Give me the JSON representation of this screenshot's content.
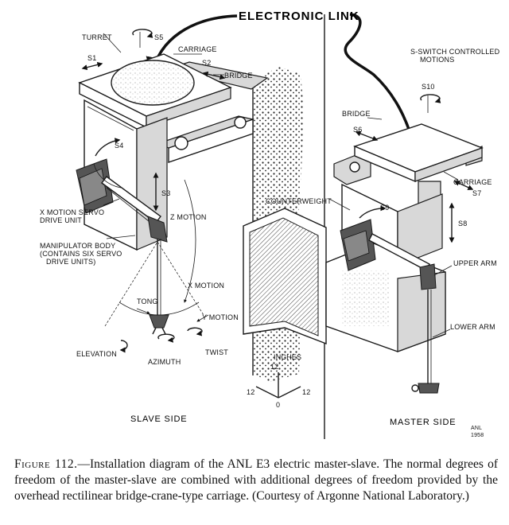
{
  "diagram": {
    "header": "ELECTRONIC LINK",
    "labels": {
      "turret": "TURRET",
      "s5": "S5",
      "s1": "S1",
      "carriage_slave": "CARRIAGE",
      "s2": "S2",
      "bridge_slave": "BRIDGE",
      "s4": "S4",
      "s3": "S3",
      "z_motion": "Z MOTION",
      "x_servo_1": "X MOTION SERVO",
      "x_servo_2": "DRIVE UNIT",
      "manip_1": "MANIPULATOR BODY",
      "manip_2": "(CONTAINS SIX SERVO",
      "manip_3": "DRIVE UNITS)",
      "tong": "TONG",
      "x_motion": "X MOTION",
      "y_motion": "Y MOTION",
      "elevation": "ELEVATION",
      "azimuth": "AZIMUTH",
      "twist": "TWIST",
      "slave_side": "SLAVE SIDE",
      "s_switch_1": "S-SWITCH CONTROLLED",
      "s_switch_2": "MOTIONS",
      "s10": "S10",
      "bridge_master": "BRIDGE",
      "s6": "S6",
      "carriage_master": "CARRIAGE",
      "s7": "S7",
      "counterweight": "COUNTERWEIGHT",
      "s9": "S9",
      "s8": "S8",
      "upper_arm": "UPPER ARM",
      "lower_arm": "LOWER ARM",
      "inches": "INCHES",
      "scale_12_top": "12",
      "scale_12_left": "12",
      "scale_12_right": "12",
      "scale_0": "0",
      "master_side": "MASTER SIDE",
      "anl": "ANL",
      "year": "1958"
    }
  },
  "caption": {
    "label": "Figure 112.",
    "text": "—Installation diagram of the ANL E3 electric master-slave. The normal degrees of freedom of the master-slave are combined with additional degrees of freedom provided by the overhead rectilinear bridge-crane-type carriage. (Courtesy of Argonne National Laboratory.)"
  }
}
